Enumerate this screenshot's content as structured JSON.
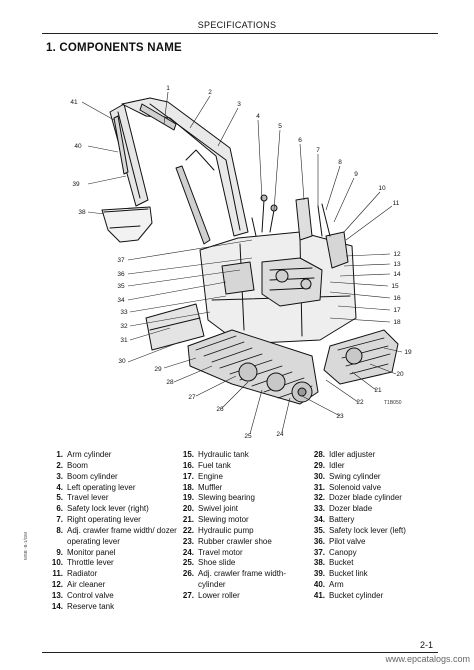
{
  "header": {
    "title": "SPECIFICATIONS"
  },
  "section": {
    "title": "1. COMPONENTS  NAME"
  },
  "figure": {
    "code": "T1B050",
    "callouts": [
      "1",
      "2",
      "3",
      "4",
      "5",
      "6",
      "7",
      "8",
      "9",
      "10",
      "11",
      "12",
      "13",
      "14",
      "15",
      "16",
      "17",
      "18",
      "19",
      "20",
      "21",
      "22",
      "23",
      "24",
      "25",
      "26",
      "27",
      "28",
      "29",
      "30",
      "31",
      "32",
      "33",
      "34",
      "35",
      "36",
      "37",
      "38",
      "39",
      "40",
      "41"
    ]
  },
  "legend": {
    "column1": [
      {
        "num": "1.",
        "text": "Arm cylinder"
      },
      {
        "num": "2.",
        "text": "Boom"
      },
      {
        "num": "3.",
        "text": "Boom cylinder"
      },
      {
        "num": "4.",
        "text": "Left operating lever"
      },
      {
        "num": "5.",
        "text": "Travel lever"
      },
      {
        "num": "6.",
        "text": "Safety lock lever (right)"
      },
      {
        "num": "7.",
        "text": "Right operating lever"
      },
      {
        "num": "8.",
        "text": "Adj. crawler frame width/ dozer operating lever"
      },
      {
        "num": "9.",
        "text": "Monitor panel"
      },
      {
        "num": "10.",
        "text": "Throttle lever"
      },
      {
        "num": "11.",
        "text": "Radiator"
      },
      {
        "num": "12.",
        "text": "Air cleaner"
      },
      {
        "num": "13.",
        "text": "Control valve"
      },
      {
        "num": "14.",
        "text": "Reserve tank"
      }
    ],
    "column2": [
      {
        "num": "15.",
        "text": "Hydraulic tank"
      },
      {
        "num": "16.",
        "text": "Fuel tank"
      },
      {
        "num": "17.",
        "text": "Engine"
      },
      {
        "num": "18.",
        "text": "Muffler"
      },
      {
        "num": "19.",
        "text": "Slewing bearing"
      },
      {
        "num": "20.",
        "text": "Swivel joint"
      },
      {
        "num": "21.",
        "text": "Slewing motor"
      },
      {
        "num": "22.",
        "text": "Hydraulic pump"
      },
      {
        "num": "23.",
        "text": "Rubber crawler shoe"
      },
      {
        "num": "24.",
        "text": "Travel motor"
      },
      {
        "num": "25.",
        "text": "Shoe slide"
      },
      {
        "num": "26.",
        "text": "Adj. crawler frame width- cylinder"
      },
      {
        "num": "27.",
        "text": "Lower roller"
      }
    ],
    "column3": [
      {
        "num": "28.",
        "text": "Idler adjuster"
      },
      {
        "num": "29.",
        "text": "Idler"
      },
      {
        "num": "30.",
        "text": "Swing cylinder"
      },
      {
        "num": "31.",
        "text": "Solenoid valve"
      },
      {
        "num": "32.",
        "text": "Dozer blade cylinder"
      },
      {
        "num": "33.",
        "text": "Dozer blade"
      },
      {
        "num": "34.",
        "text": "Battery"
      },
      {
        "num": "35.",
        "text": "Safety lock lever (left)"
      },
      {
        "num": "36.",
        "text": "Pilot valve"
      },
      {
        "num": "37.",
        "text": "Canopy"
      },
      {
        "num": "38.",
        "text": "Bucket"
      },
      {
        "num": "39.",
        "text": "Bucket link"
      },
      {
        "num": "40.",
        "text": "Arm"
      },
      {
        "num": "41.",
        "text": "Bucket cylinder"
      }
    ]
  },
  "side_code": "MSB ·B-1/GM",
  "footer": {
    "page_number": "2-1",
    "watermark": "www.epcatalogs.com"
  }
}
